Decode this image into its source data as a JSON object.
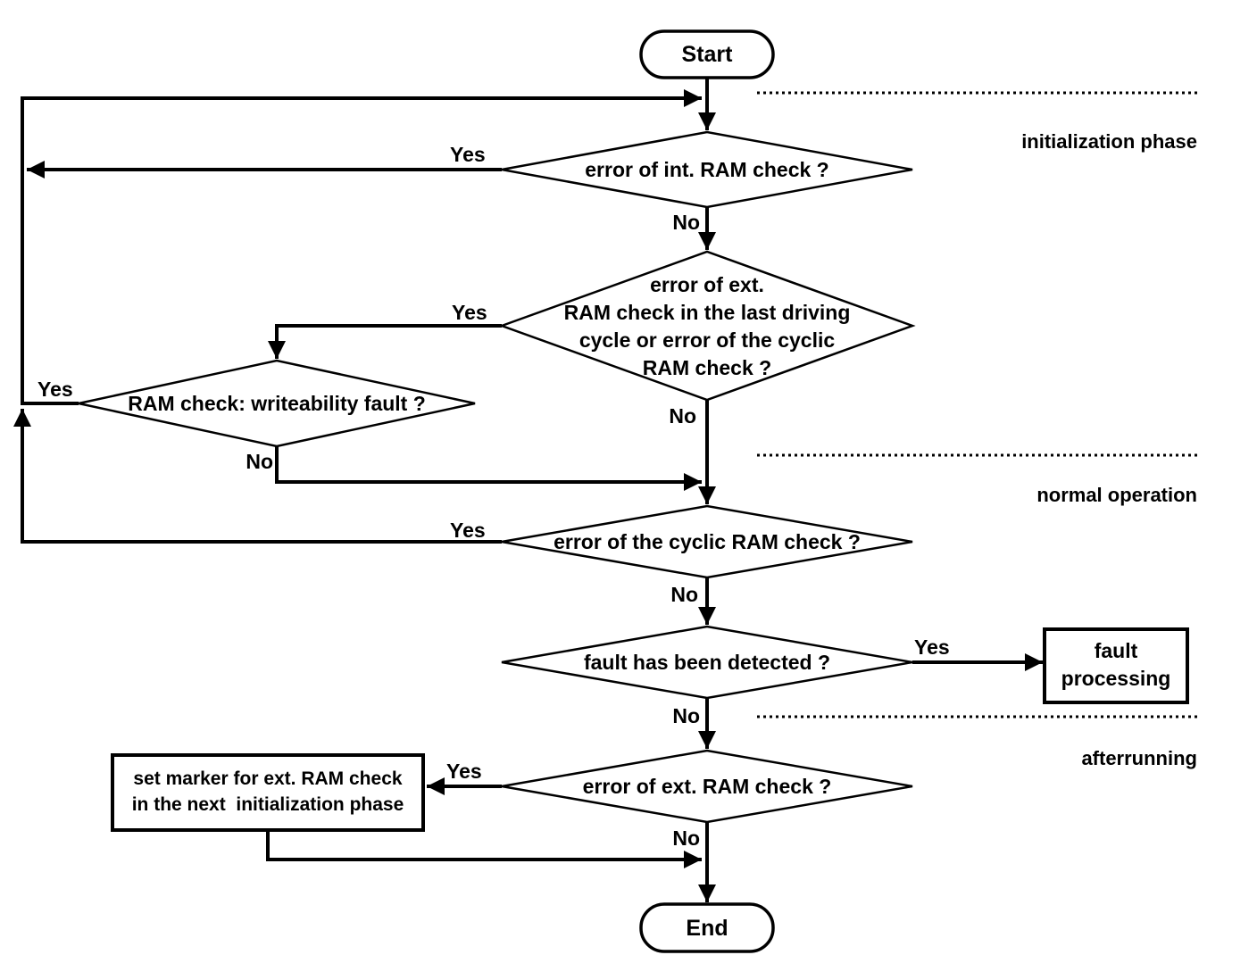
{
  "nodes": {
    "start": {
      "label": "Start"
    },
    "check_int_ram": {
      "label": "error of int. RAM check ?"
    },
    "check_ext_ram_last": {
      "lines": [
        "error of ext.",
        "RAM check in the last driving",
        "cycle or error of the cyclic",
        "RAM check ?"
      ]
    },
    "check_writeability": {
      "label": "RAM check: writeability fault ?"
    },
    "check_cyclic_ram": {
      "label": "error of the cyclic RAM check ?"
    },
    "check_fault_detected": {
      "label": "fault has been detected ?"
    },
    "fault_processing": {
      "lines": [
        "fault",
        "processing"
      ]
    },
    "check_ext_ram": {
      "label": "error of ext. RAM check ?"
    },
    "set_marker": {
      "lines": [
        "set marker for ext. RAM check",
        "in the next  initialization phase"
      ]
    },
    "end": {
      "label": "End"
    }
  },
  "edge_labels": {
    "yes": "Yes",
    "no": "No"
  },
  "phases": {
    "initialization": "initialization phase",
    "normal": "normal operation",
    "afterrunning": "afterrunning"
  },
  "colors": {
    "line": "#000000",
    "background": "#ffffff"
  }
}
